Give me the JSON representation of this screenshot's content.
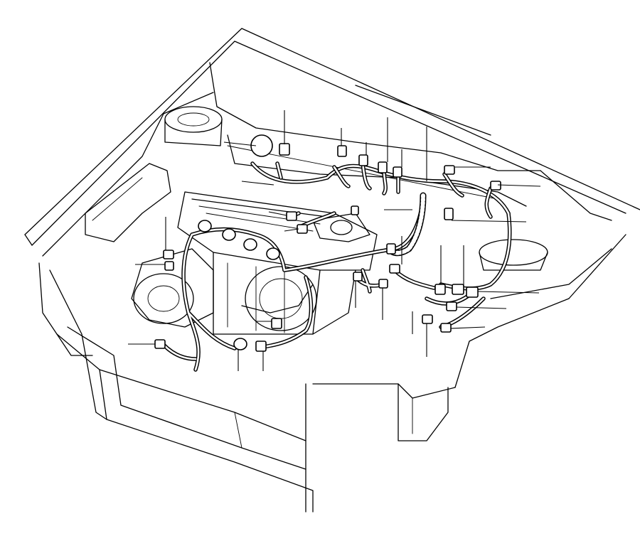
{
  "diagram": {
    "subject": "engine-compartment-wiring-harness",
    "callouts": [
      {
        "id": "c1"
      },
      {
        "id": "c2"
      },
      {
        "id": "c3"
      },
      {
        "id": "c4"
      },
      {
        "id": "c5"
      },
      {
        "id": "c6"
      },
      {
        "id": "c7"
      },
      {
        "id": "c8"
      },
      {
        "id": "c9"
      },
      {
        "id": "c10"
      },
      {
        "id": "c11"
      },
      {
        "id": "c12"
      },
      {
        "id": "c13"
      },
      {
        "id": "c14"
      },
      {
        "id": "c15"
      },
      {
        "id": "c16"
      },
      {
        "id": "c17"
      },
      {
        "id": "c18"
      },
      {
        "id": "c19"
      },
      {
        "id": "c20"
      },
      {
        "id": "c21"
      },
      {
        "id": "c22"
      },
      {
        "id": "c23"
      },
      {
        "id": "c24"
      },
      {
        "id": "c25"
      },
      {
        "id": "c26"
      },
      {
        "id": "c27"
      },
      {
        "id": "c28"
      },
      {
        "id": "c29"
      },
      {
        "id": "c30"
      }
    ],
    "colors": {
      "line": "#000000",
      "background": "#ffffff"
    }
  }
}
